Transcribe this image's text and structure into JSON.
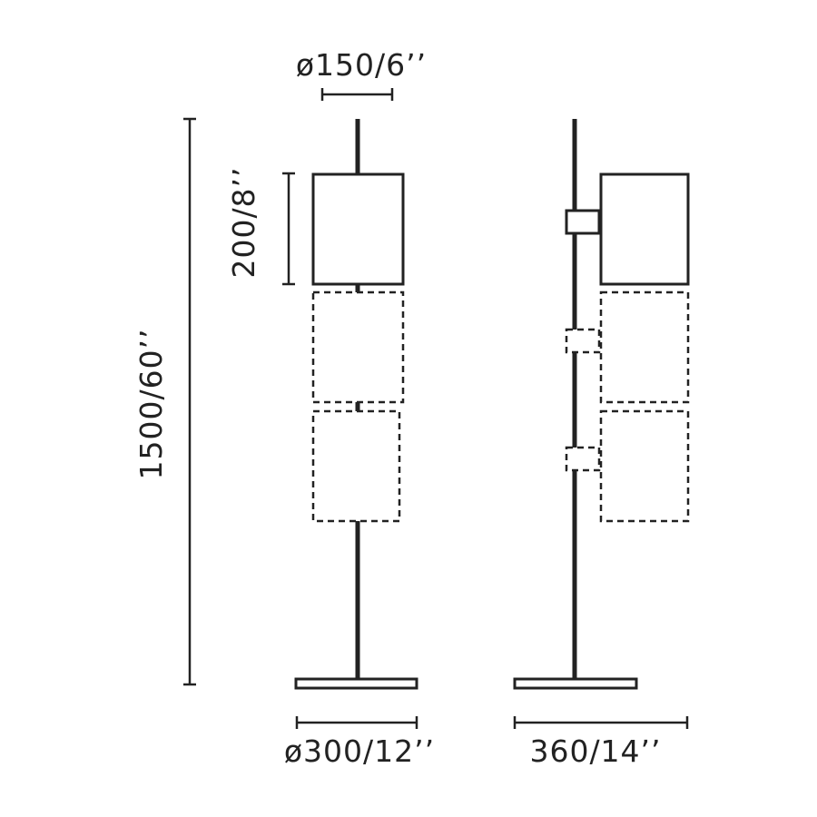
{
  "dimensions": {
    "shade_diameter": "ø150/6’’",
    "shade_height": "200/8’’",
    "total_height": "1500/60’’",
    "base_diameter": "ø300/12’’",
    "side_depth": "360/14’’"
  },
  "colors": {
    "line": "#222222",
    "background": "#ffffff"
  }
}
